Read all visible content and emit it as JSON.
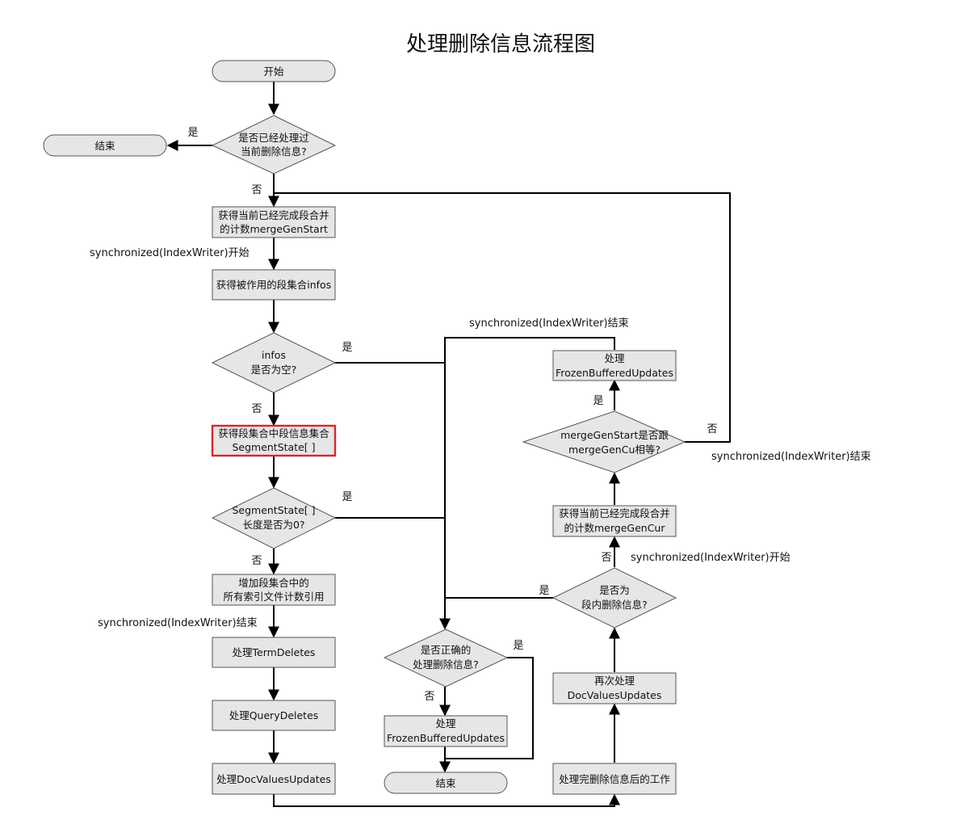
{
  "title": "处理删除信息流程图",
  "nodes": {
    "start": "开始",
    "end_left": "结束",
    "d_processed": [
      "是否已经处理过",
      "当前删除信息?"
    ],
    "get_merge_gen_start": [
      "获得当前已经完成段合并",
      "的计数mergeGenStart"
    ],
    "get_infos": "获得被作用的段集合infos",
    "d_infos_empty": [
      "infos",
      "是否为空?"
    ],
    "get_segment_state": [
      "获得段集合中段信息集合",
      "SegmentState[ ]"
    ],
    "d_segment_state_len": [
      "SegmentState[ ]",
      "长度是否为0?"
    ],
    "inc_ref": [
      "增加段集合中的",
      "所有索引文件计数引用"
    ],
    "term_deletes": "处理TermDeletes",
    "query_deletes": "处理QueryDeletes",
    "doc_values_updates": "处理DocValuesUpdates",
    "d_correct": [
      "是否正确的",
      "处理删除信息?"
    ],
    "frozen_mid": [
      "处理",
      "FrozenBufferedUpdates"
    ],
    "end_mid": "结束",
    "frozen_top": [
      "处理",
      "FrozenBufferedUpdates"
    ],
    "d_merge_gen_equal": [
      "mergeGenStart是否跟",
      "mergeGenCu相等?"
    ],
    "get_merge_gen_cur": [
      "获得当前已经完成段合并",
      "的计数mergeGenCur"
    ],
    "d_in_segment": [
      "是否为",
      "段内删除信息?"
    ],
    "redo_doc_values": [
      "再次处理",
      "DocValuesUpdates"
    ],
    "post_work": "处理完删除信息后的工作"
  },
  "labels": {
    "yes": "是",
    "no": "否",
    "sync_start": "synchronized(IndexWriter)开始",
    "sync_end": "synchronized(IndexWriter)结束"
  },
  "colors": {
    "node_fill": "#e6e6e6",
    "node_border": "#555555",
    "highlight_border": "#d9262c",
    "line": "#000000"
  }
}
